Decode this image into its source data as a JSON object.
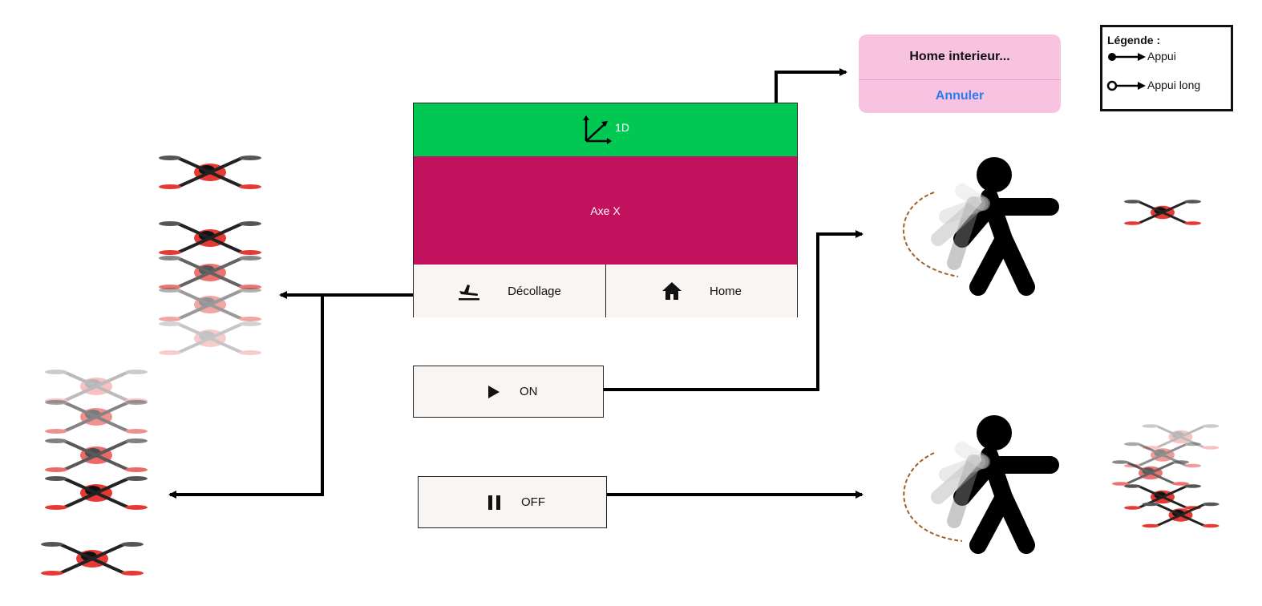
{
  "panel": {
    "mode_label": "1D",
    "axis_label": "Axe X",
    "takeoff_label": "Décollage",
    "home_label": "Home"
  },
  "toggles": {
    "on_label": "ON",
    "off_label": "OFF"
  },
  "action_sheet": {
    "title": "Home interieur...",
    "cancel_label": "Annuler"
  },
  "legend": {
    "title": "Légende :",
    "press_label": "Appui",
    "long_press_label": "Appui long"
  },
  "colors": {
    "mode_bar": "#00c853",
    "axis_area": "#c2125e",
    "button_bg": "#f8f5f2",
    "sheet_bg": "#f8c3e1",
    "sheet_cancel": "#2b7cf0",
    "drone_red": "#e53935",
    "gesture_arrow": "#a0622a"
  },
  "icons": [
    "axes-icon",
    "takeoff-icon",
    "home-icon",
    "play-icon",
    "pause-icon",
    "person-icon",
    "drone-icon",
    "swing-arrow-icon"
  ]
}
